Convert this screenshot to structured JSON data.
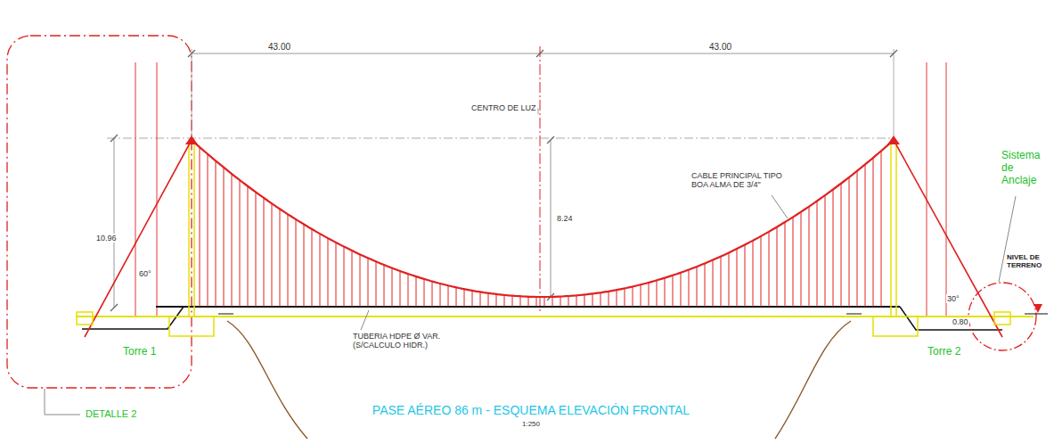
{
  "diagram": {
    "title": "PASE AÉREO 86 m - ESQUEMA ELEVACIÓN FRONTAL",
    "caption": "1:250",
    "labels": [
      "43.00",
      "43.00",
      "CENTRO DE LUZ",
      "10.96",
      "60°",
      "8.24",
      "CABLE PRINCIPAL TIPO BOA ALMA DE 3/4\"",
      "TUBERIA HDPE Ø VAR. (S/CALCULO HIDR.)",
      "Torre 1",
      "Torre 2",
      "Sistema de Anclaje",
      "NIVEL DE TERRENO",
      "30°",
      "0.80",
      "DETALLE 2"
    ]
  }
}
